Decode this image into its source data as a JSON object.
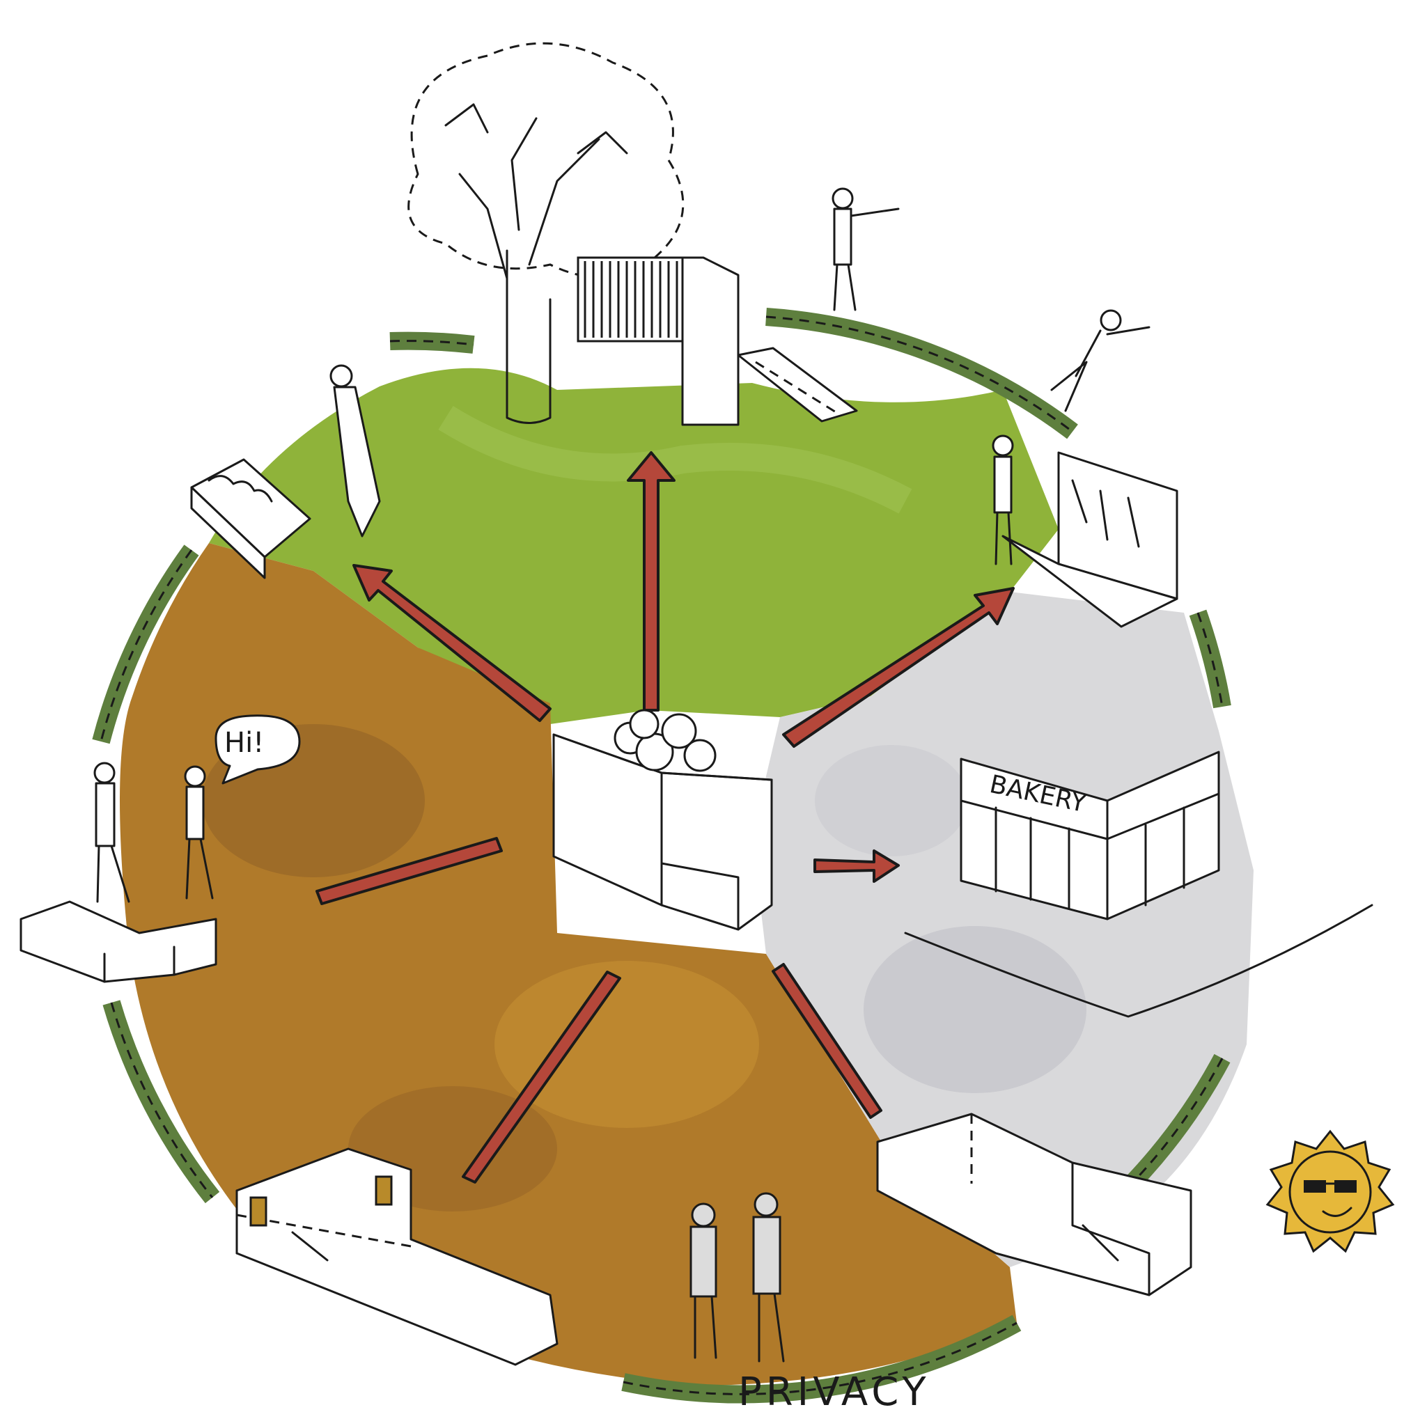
{
  "labels": {
    "speech": "Hi!",
    "bakery": "BAKERY",
    "privacy": "PRIVACY"
  },
  "zones": [
    {
      "name": "green-park-zone",
      "color": "#8fb33a"
    },
    {
      "name": "brown-plaza-zone",
      "color": "#b07a2a"
    },
    {
      "name": "gray-street-zone",
      "color": "#d9d9db"
    }
  ],
  "colors": {
    "arrow_fill": "#b5473a",
    "boundary_green": "#5e7f3e",
    "sun": "#e6b83a",
    "ink": "#1a1a1a"
  },
  "icons": [
    "tree-icon",
    "sun-icon",
    "bakery-building-icon",
    "house-icon",
    "person-icon",
    "speech-bubble-icon"
  ]
}
